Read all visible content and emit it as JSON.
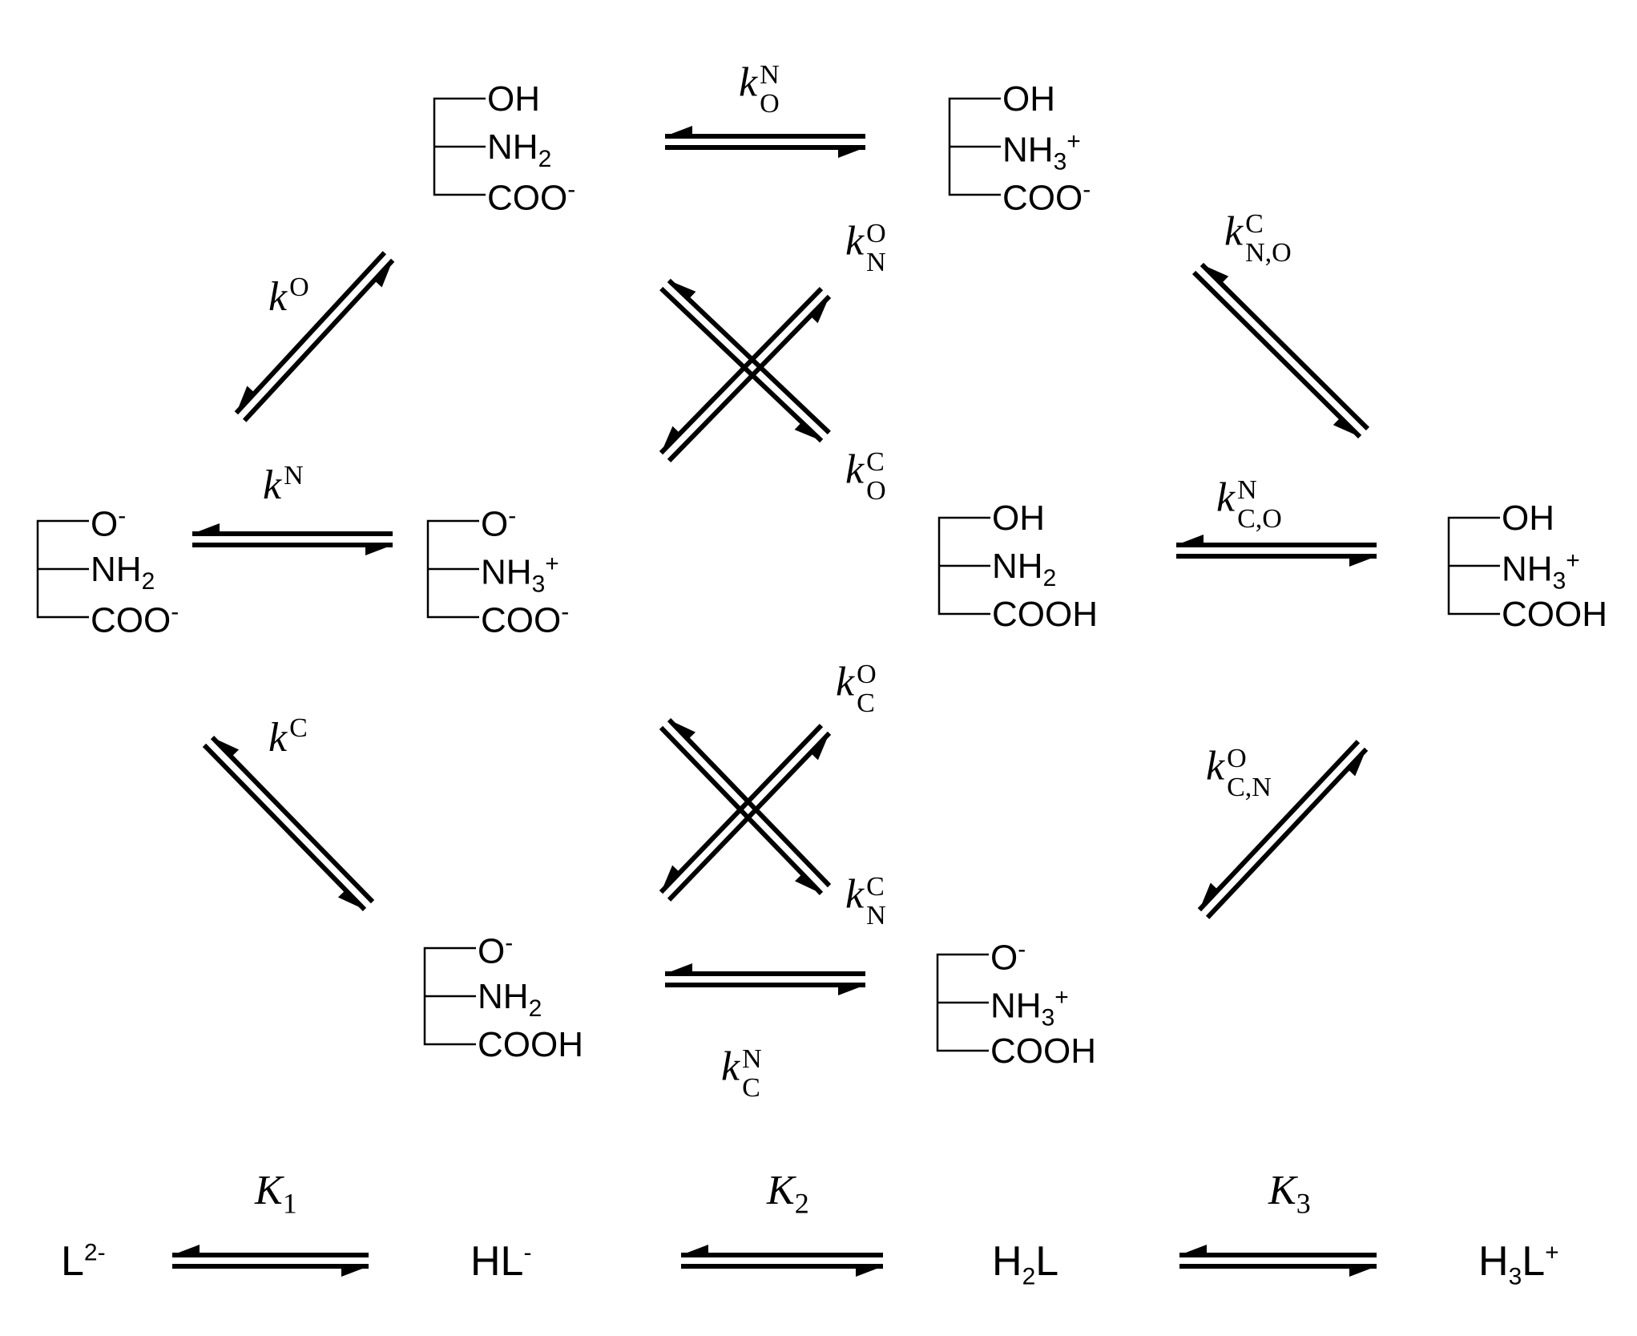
{
  "species": [
    {
      "id": "s1",
      "groups": [
        "OH",
        "NH",
        "COO"
      ],
      "sub": [
        "",
        "2",
        ""
      ],
      "sup": [
        "",
        "",
        "-"
      ]
    },
    {
      "id": "s2",
      "groups": [
        "OH",
        "NH",
        "COO"
      ],
      "sub": [
        "",
        "3",
        ""
      ],
      "sup": [
        "",
        "+",
        "-"
      ]
    },
    {
      "id": "s3",
      "groups": [
        "O",
        "NH",
        "COO"
      ],
      "sub": [
        "",
        "2",
        ""
      ],
      "sup": [
        "-",
        "",
        "-"
      ]
    },
    {
      "id": "s4",
      "groups": [
        "O",
        "NH",
        "COO"
      ],
      "sub": [
        "",
        "3",
        ""
      ],
      "sup": [
        "-",
        "+",
        "-"
      ]
    },
    {
      "id": "s5",
      "groups": [
        "OH",
        "NH",
        "COOH"
      ],
      "sub": [
        "",
        "2",
        ""
      ],
      "sup": [
        "",
        "",
        ""
      ]
    },
    {
      "id": "s6",
      "groups": [
        "OH",
        "NH",
        "COOH"
      ],
      "sub": [
        "",
        "3",
        ""
      ],
      "sup": [
        "",
        "+",
        ""
      ]
    },
    {
      "id": "s7",
      "groups": [
        "O",
        "NH",
        "COOH"
      ],
      "sub": [
        "",
        "2",
        ""
      ],
      "sup": [
        "-",
        "",
        ""
      ]
    },
    {
      "id": "s8",
      "groups": [
        "O",
        "NH",
        "COOH"
      ],
      "sub": [
        "",
        "3",
        ""
      ],
      "sup": [
        "-",
        "+",
        ""
      ]
    }
  ],
  "rate_constants": [
    {
      "id": "kN_O",
      "k": "k",
      "sub": "O",
      "sup": "N"
    },
    {
      "id": "kO",
      "k": "k",
      "sub": "",
      "sup": "O"
    },
    {
      "id": "kO_N",
      "k": "k",
      "sub": "N",
      "sup": "O"
    },
    {
      "id": "kC_NO",
      "k": "k",
      "sub": "N,O",
      "sup": "C"
    },
    {
      "id": "kN",
      "k": "k",
      "sub": "",
      "sup": "N"
    },
    {
      "id": "kC_O",
      "k": "k",
      "sub": "O",
      "sup": "C"
    },
    {
      "id": "kN_CO",
      "k": "k",
      "sub": "C,O",
      "sup": "N"
    },
    {
      "id": "kO_C",
      "k": "k",
      "sub": "C",
      "sup": "O"
    },
    {
      "id": "kC",
      "k": "k",
      "sub": "",
      "sup": "C"
    },
    {
      "id": "kO_CN",
      "k": "k",
      "sub": "C,N",
      "sup": "O"
    },
    {
      "id": "kC_N",
      "k": "k",
      "sub": "N",
      "sup": "C"
    },
    {
      "id": "kN_C",
      "k": "k",
      "sub": "C",
      "sup": "N"
    }
  ],
  "macro": {
    "species": [
      {
        "id": "L2",
        "base": "L",
        "pre_sub": "",
        "sup": "2-"
      },
      {
        "id": "HL",
        "base": "HL",
        "pre_sub": "",
        "sup": "-"
      },
      {
        "id": "H2L",
        "base": "H",
        "pre_sub": "2",
        "tail": "L",
        "sup": ""
      },
      {
        "id": "H3L",
        "base": "H",
        "pre_sub": "3",
        "tail": "L",
        "sup": "+"
      }
    ],
    "constants": [
      {
        "id": "K1",
        "K": "K",
        "sub": "1"
      },
      {
        "id": "K2",
        "K": "K",
        "sub": "2"
      },
      {
        "id": "K3",
        "K": "K",
        "sub": "3"
      }
    ]
  }
}
